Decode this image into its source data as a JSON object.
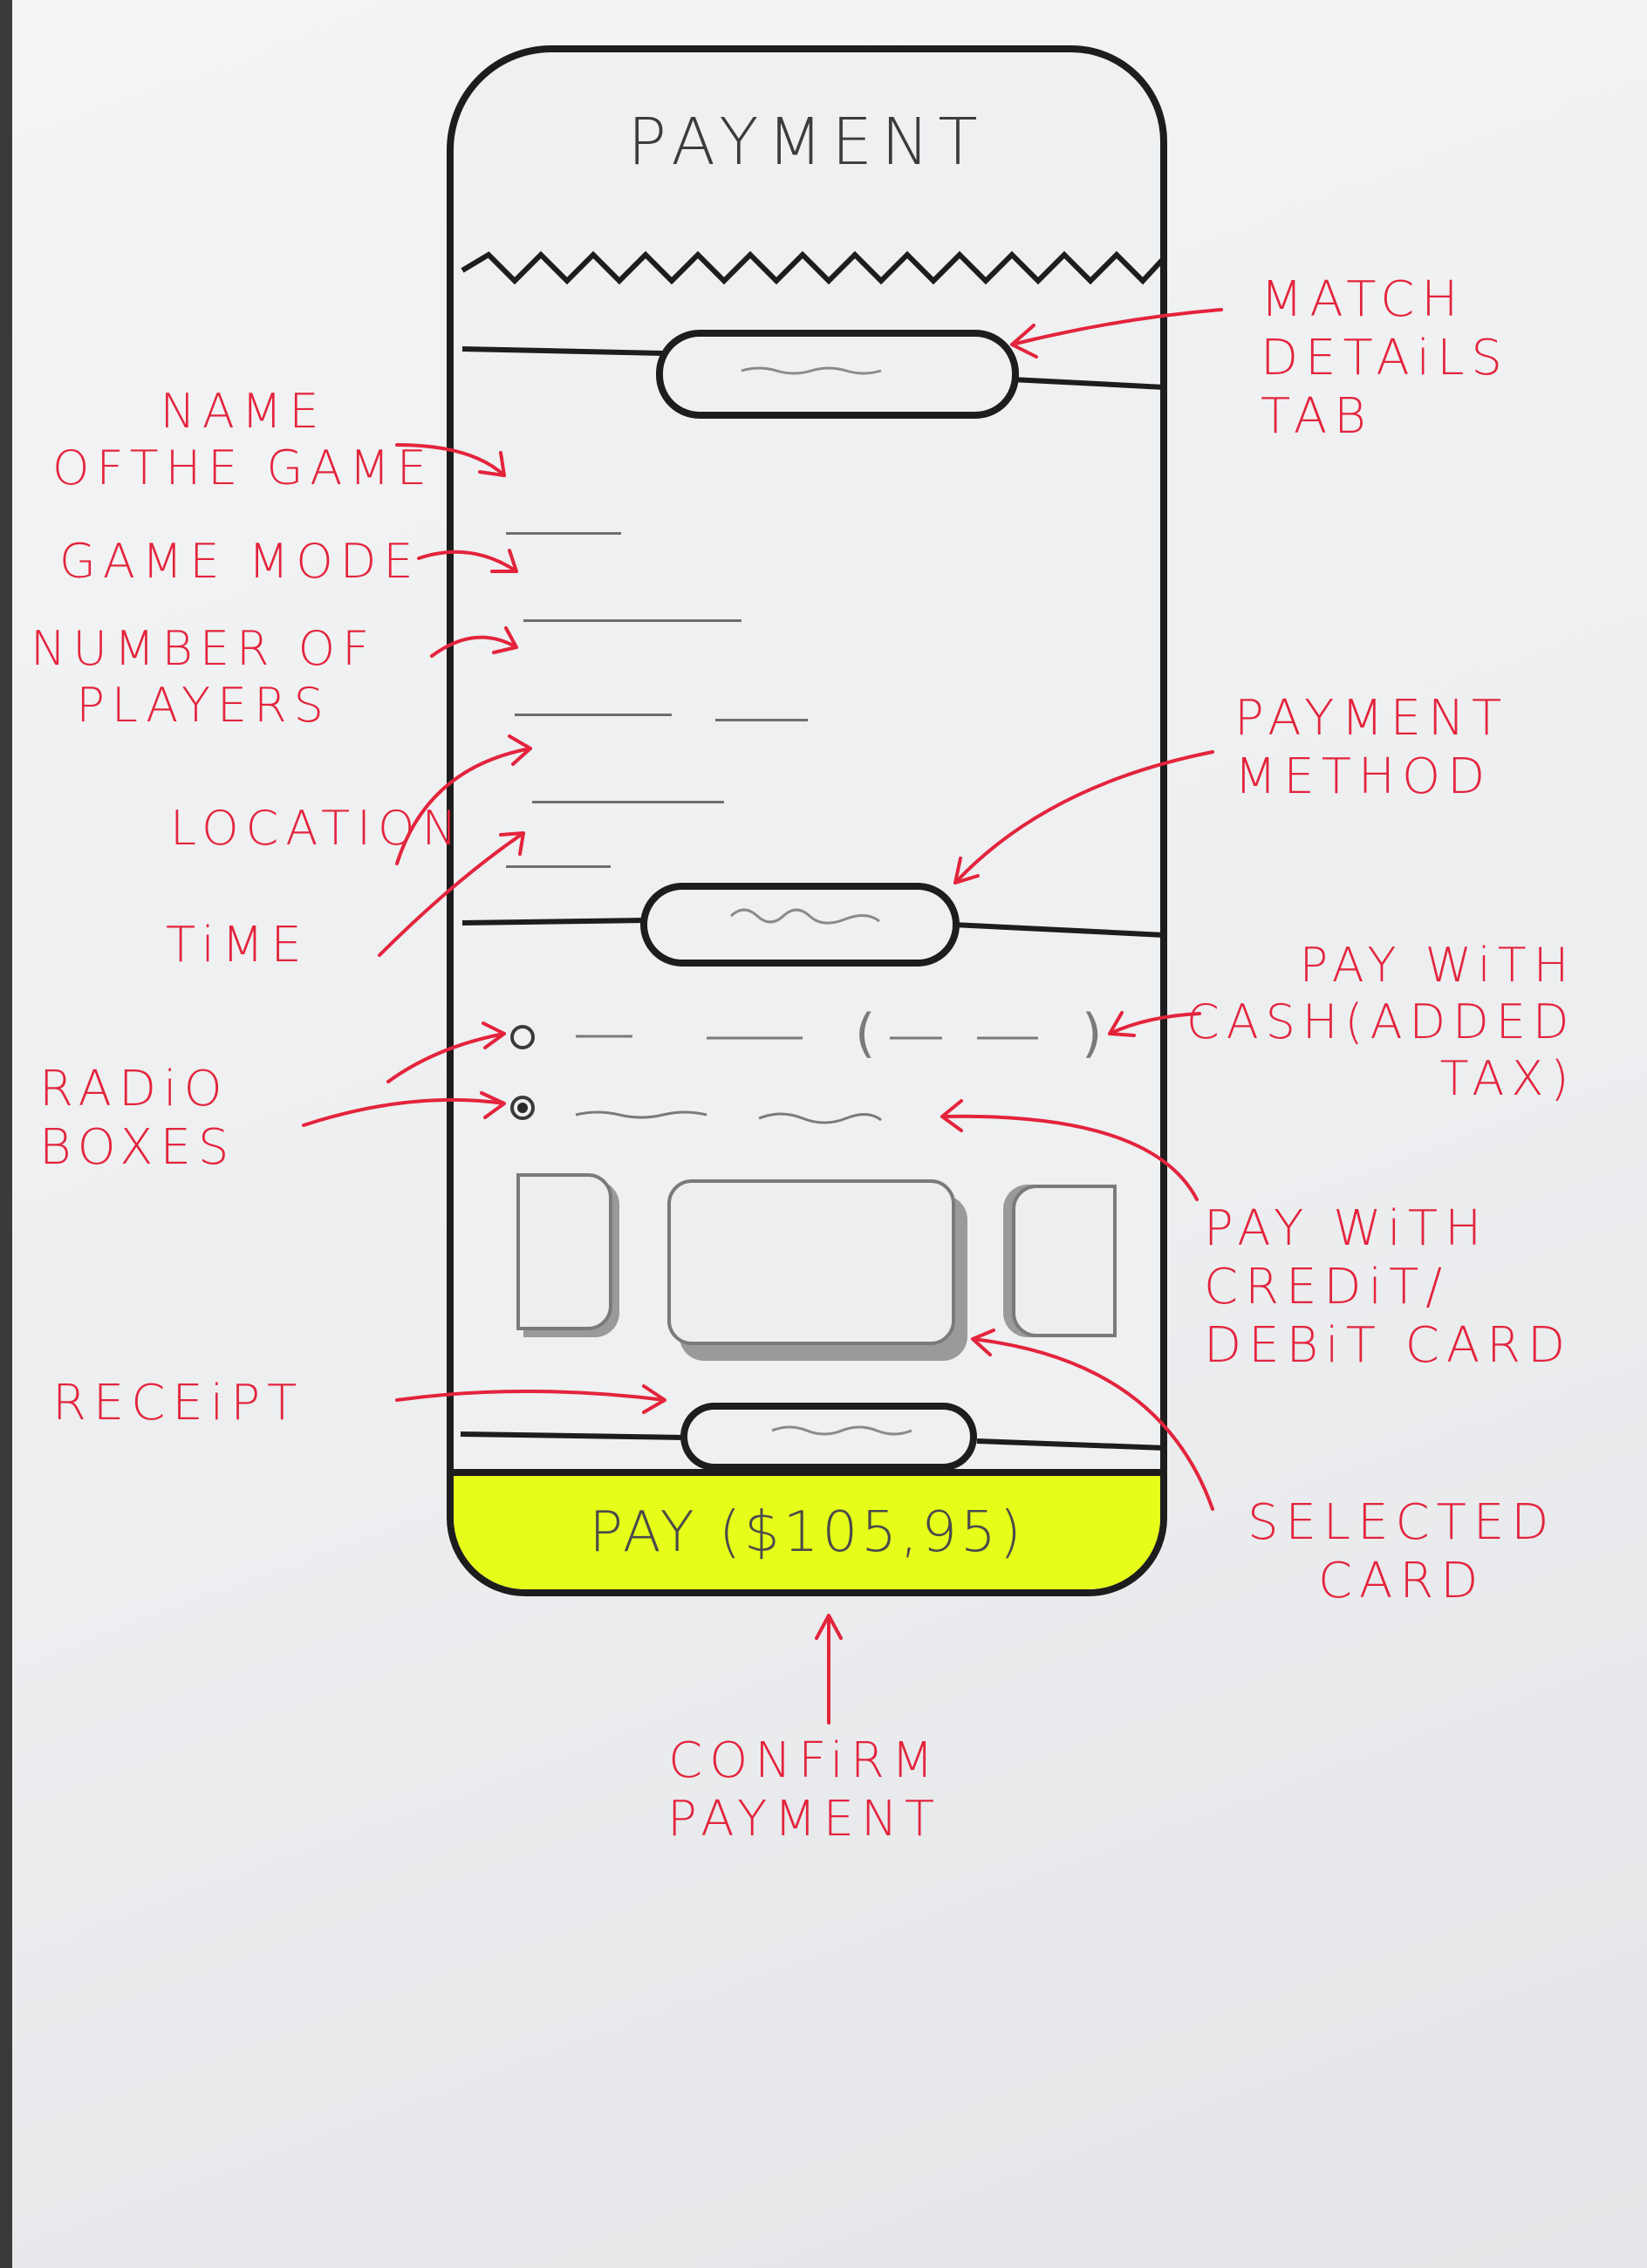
{
  "screen": {
    "title": "PAYMENT"
  },
  "pay_button": {
    "label": "PAY ($105,95)"
  },
  "annotations": {
    "match_details_tab": "MATCH\nDETAiLS\nTAB",
    "name_of_the_game": "NAME\nOFTHE GAME",
    "game_mode": "GAME MODE",
    "number_of_players": "NUMBER OF\nPLAYERS",
    "location": "LOCATION",
    "time": "TiME",
    "payment_method": "PAYMENT\nMETHOD",
    "pay_with_cash": "PAY WiTH\nCASH(ADDED\nTAX)",
    "radio_boxes": "RADiO\nBOXES",
    "pay_with_card": "PAY WiTH\nCREDiT/\nDEBiT CARD",
    "receipt": "RECEiPT",
    "selected_card": "SELECTED\nCARD",
    "confirm_payment": "CONFiRM\nPAYMENT"
  },
  "colors": {
    "ink": "#1d1d1d",
    "annotation_red": "#e3243c",
    "pay_button_highlight": "#e6fd1a"
  }
}
